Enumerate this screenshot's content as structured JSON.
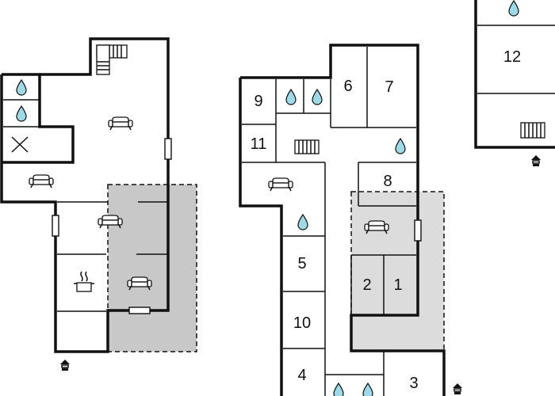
{
  "rooms": {
    "r1": "1",
    "r2": "2",
    "r3": "3",
    "r4": "4",
    "r5": "5",
    "r6": "6",
    "r7": "7",
    "r8": "8",
    "r9": "9",
    "r10": "10",
    "r11": "11",
    "r12": "12"
  },
  "icons": {
    "bathroom": "water-drop-icon",
    "living": "sofa-icon",
    "kitchen": "cooking-pot-icon",
    "stairs": "stairs-icon",
    "entrance": "entrance-icon",
    "void": "cross-icon"
  },
  "colors": {
    "wall": "#111111",
    "water": "#9fd8e6",
    "terrace": "#c8c8c8"
  }
}
